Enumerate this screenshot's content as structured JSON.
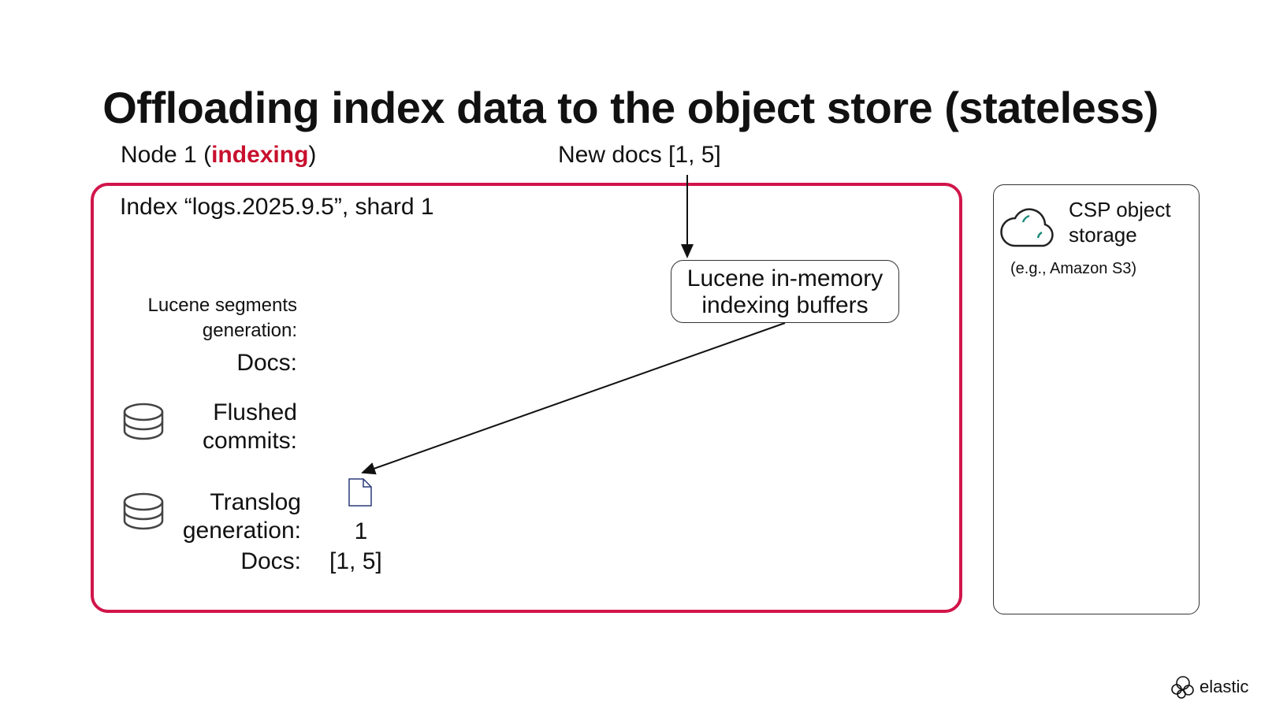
{
  "title": "Offloading index data to the object store (stateless)",
  "node": {
    "label_prefix": "Node 1 (",
    "role": "indexing",
    "label_suffix": ")",
    "role_color": "#c8102e",
    "border_color": "#d1154a",
    "index_label": "Index “logs.2025.9.5”, shard 1"
  },
  "incoming": {
    "label": "New docs [1, 5]"
  },
  "buffer": {
    "line1": "Lucene in-memory",
    "line2": "indexing buffers"
  },
  "segments": {
    "label_line1": "Lucene segments",
    "label_line2": "generation:",
    "docs_label": "Docs:"
  },
  "flushed": {
    "label_line1": "Flushed",
    "label_line2": "commits:",
    "icon": "database-icon"
  },
  "translog": {
    "label_line1": "Translog",
    "label_line2": "generation:",
    "docs_label": "Docs:",
    "generation_value": "1",
    "docs_value": "[1, 5]",
    "icon": "database-icon",
    "file_icon": "document-icon"
  },
  "object_store": {
    "title_line1": "CSP object",
    "title_line2": "storage",
    "subtitle": "(e.g., Amazon S3)",
    "icon": "cloud-icon"
  },
  "footer": {
    "brand": "elastic",
    "icon": "elastic-logo-icon"
  }
}
